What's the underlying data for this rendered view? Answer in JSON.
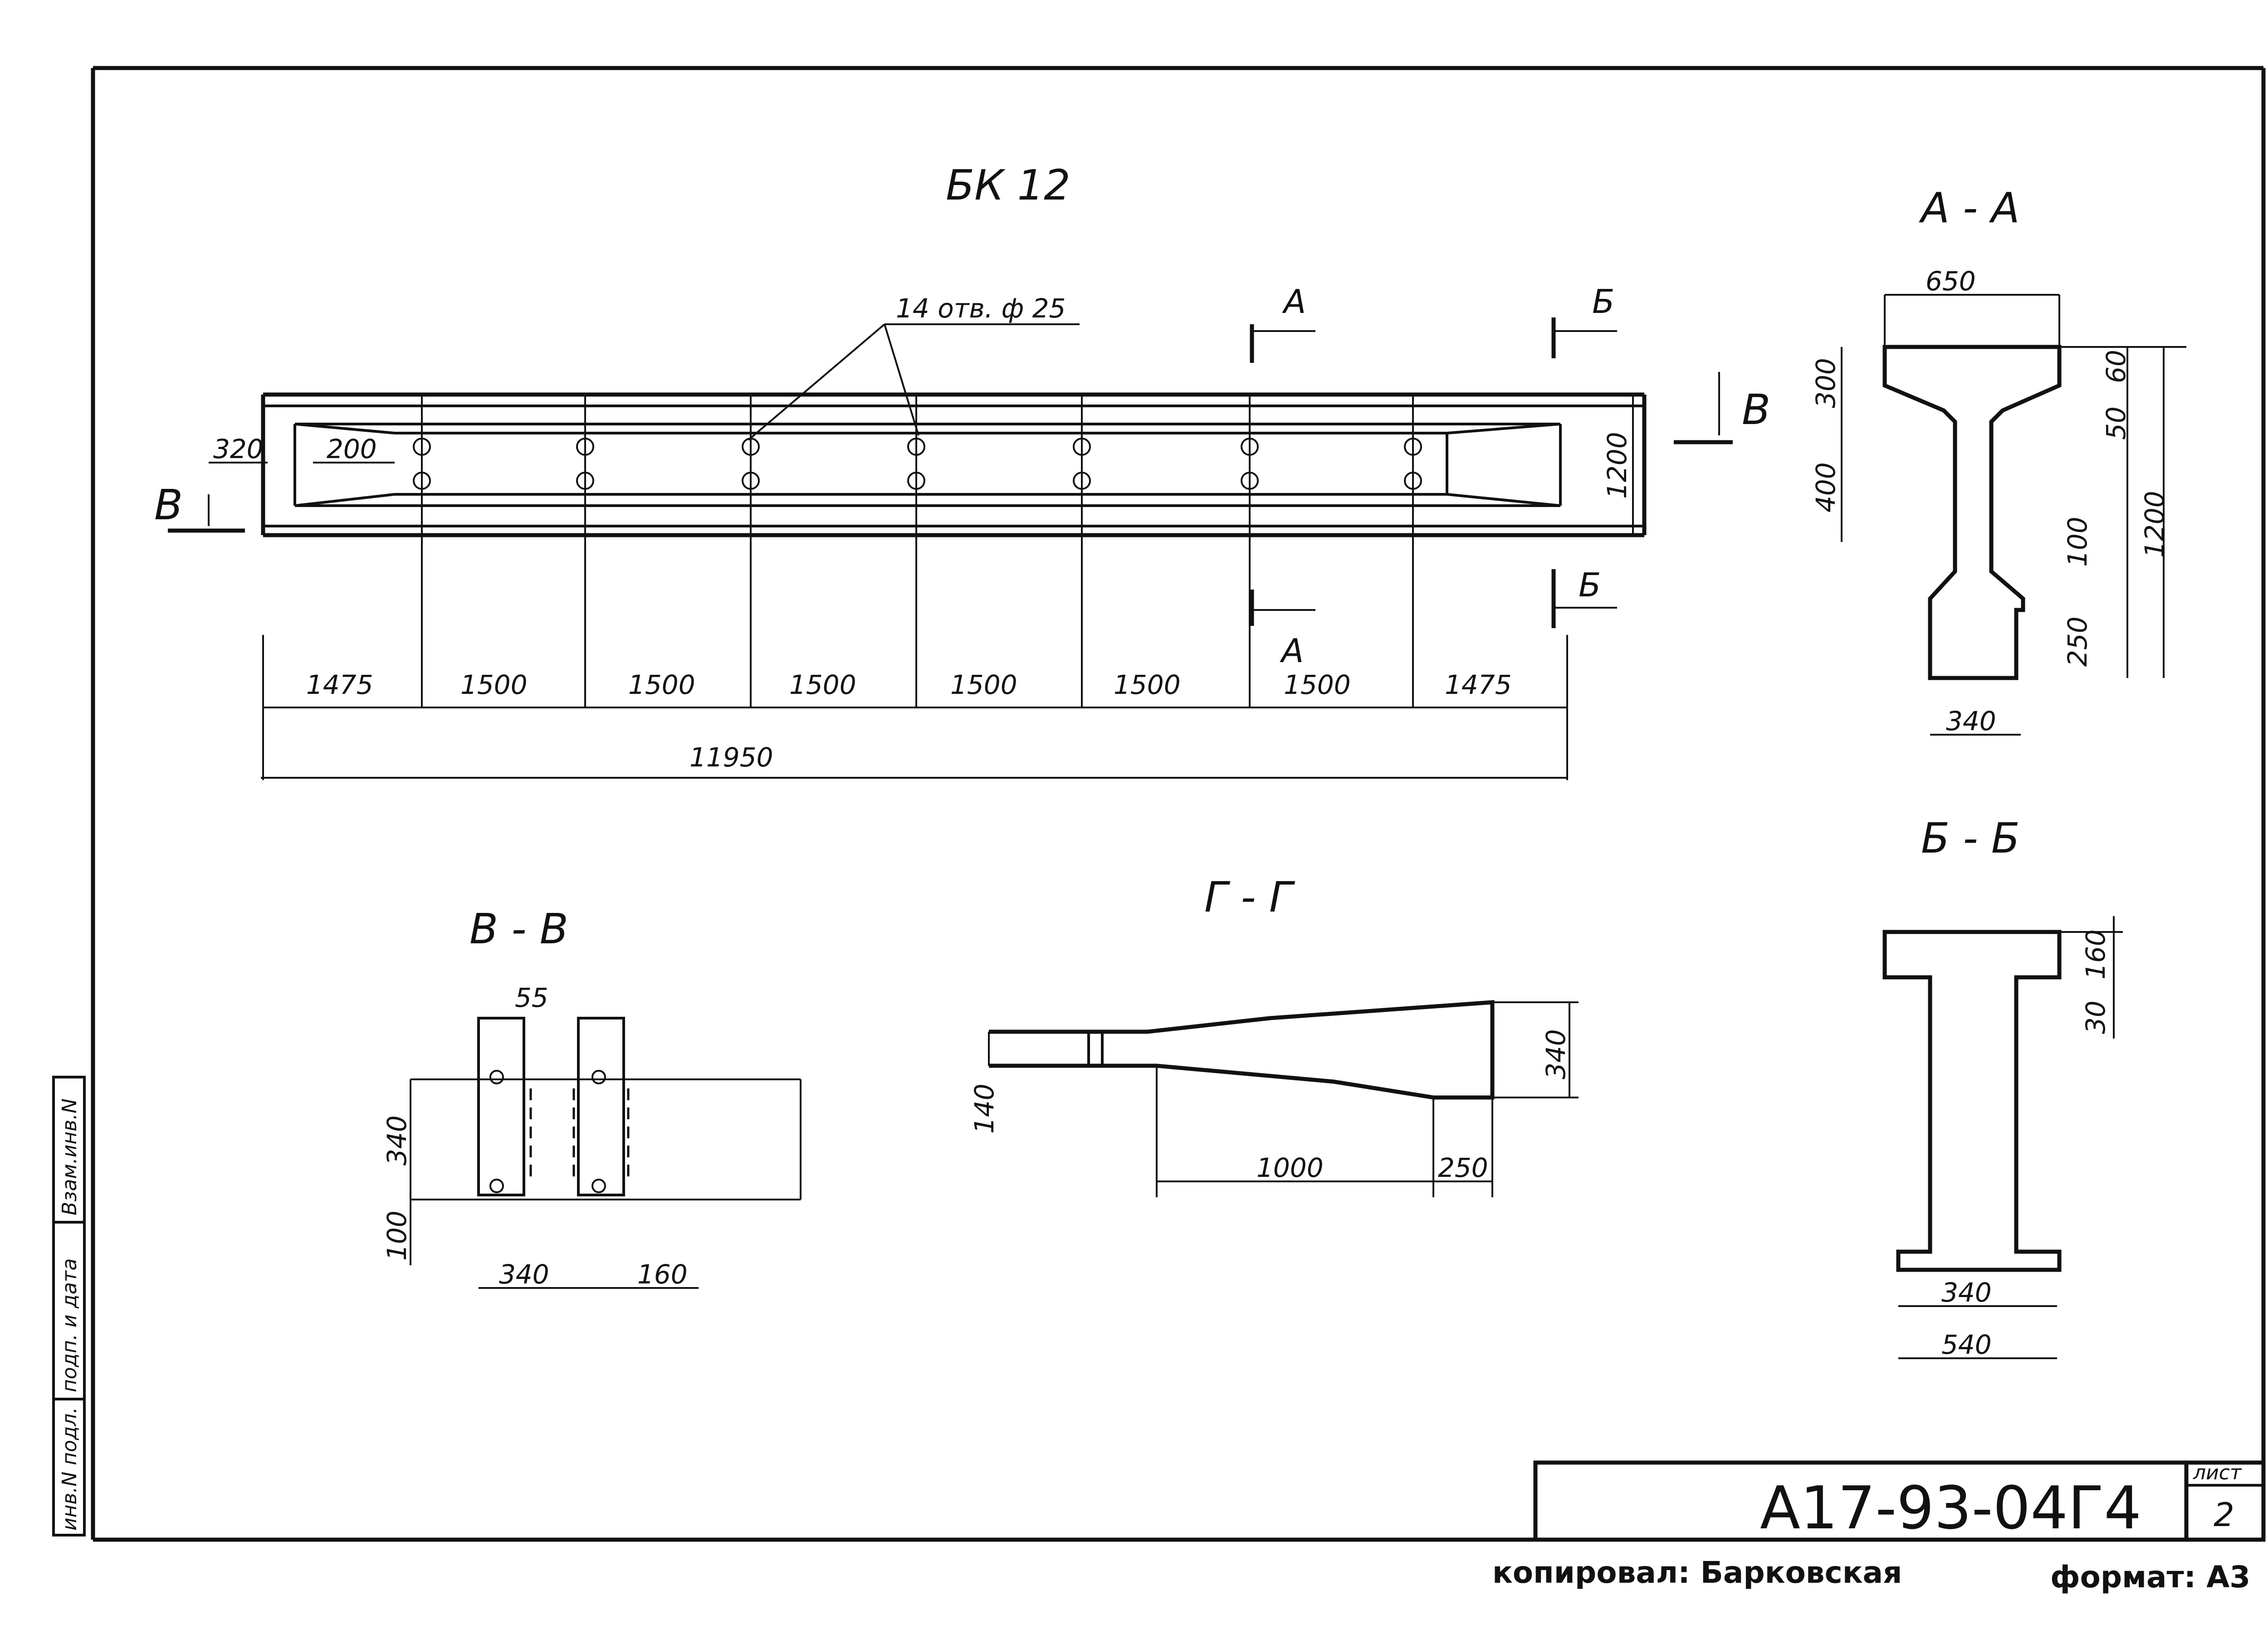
{
  "title_block": {
    "code": "А17-93-04Г4",
    "sheet_label": "лист",
    "sheet_number": "2",
    "copied_by": "копировал: Барковская",
    "format": "формат: А3"
  },
  "side_stamp": {
    "cells": [
      "Взам.инв.N",
      "подп. и дата",
      "инв.N подл."
    ]
  },
  "main_view": {
    "title": "БК 12",
    "holes_note": "14 отв. ф 25",
    "section_marks": {
      "a_top": "А",
      "a_bottom": "А",
      "b_top": "Б",
      "b_bottom": "Б",
      "v_left": "В",
      "v_right": "В"
    },
    "left_dims": [
      "320",
      "200"
    ],
    "height_dim": "1200",
    "spans": [
      "1475",
      "1500",
      "1500",
      "1500",
      "1500",
      "1500",
      "1500",
      "1475"
    ],
    "total": "11950"
  },
  "section_aa": {
    "title": "А - А",
    "top_width": "650",
    "right_dims": [
      "60",
      "50",
      "100",
      "250"
    ],
    "left_dims": [
      "300",
      "400"
    ],
    "total_height": "1200",
    "bottom_width": "340"
  },
  "section_bb": {
    "title": "Б - Б",
    "dims": [
      "160",
      "30"
    ],
    "bottom_inner": "340",
    "bottom_outer": "540"
  },
  "section_vv": {
    "title": "В - В",
    "dims_top": "55",
    "dims_left": [
      "340",
      "100"
    ],
    "dims_bottom": [
      "340",
      "160"
    ]
  },
  "section_gg": {
    "title": "Г - Г",
    "dims_left": "140",
    "dims_right": "340",
    "dims_bottom": [
      "1000",
      "250"
    ]
  }
}
